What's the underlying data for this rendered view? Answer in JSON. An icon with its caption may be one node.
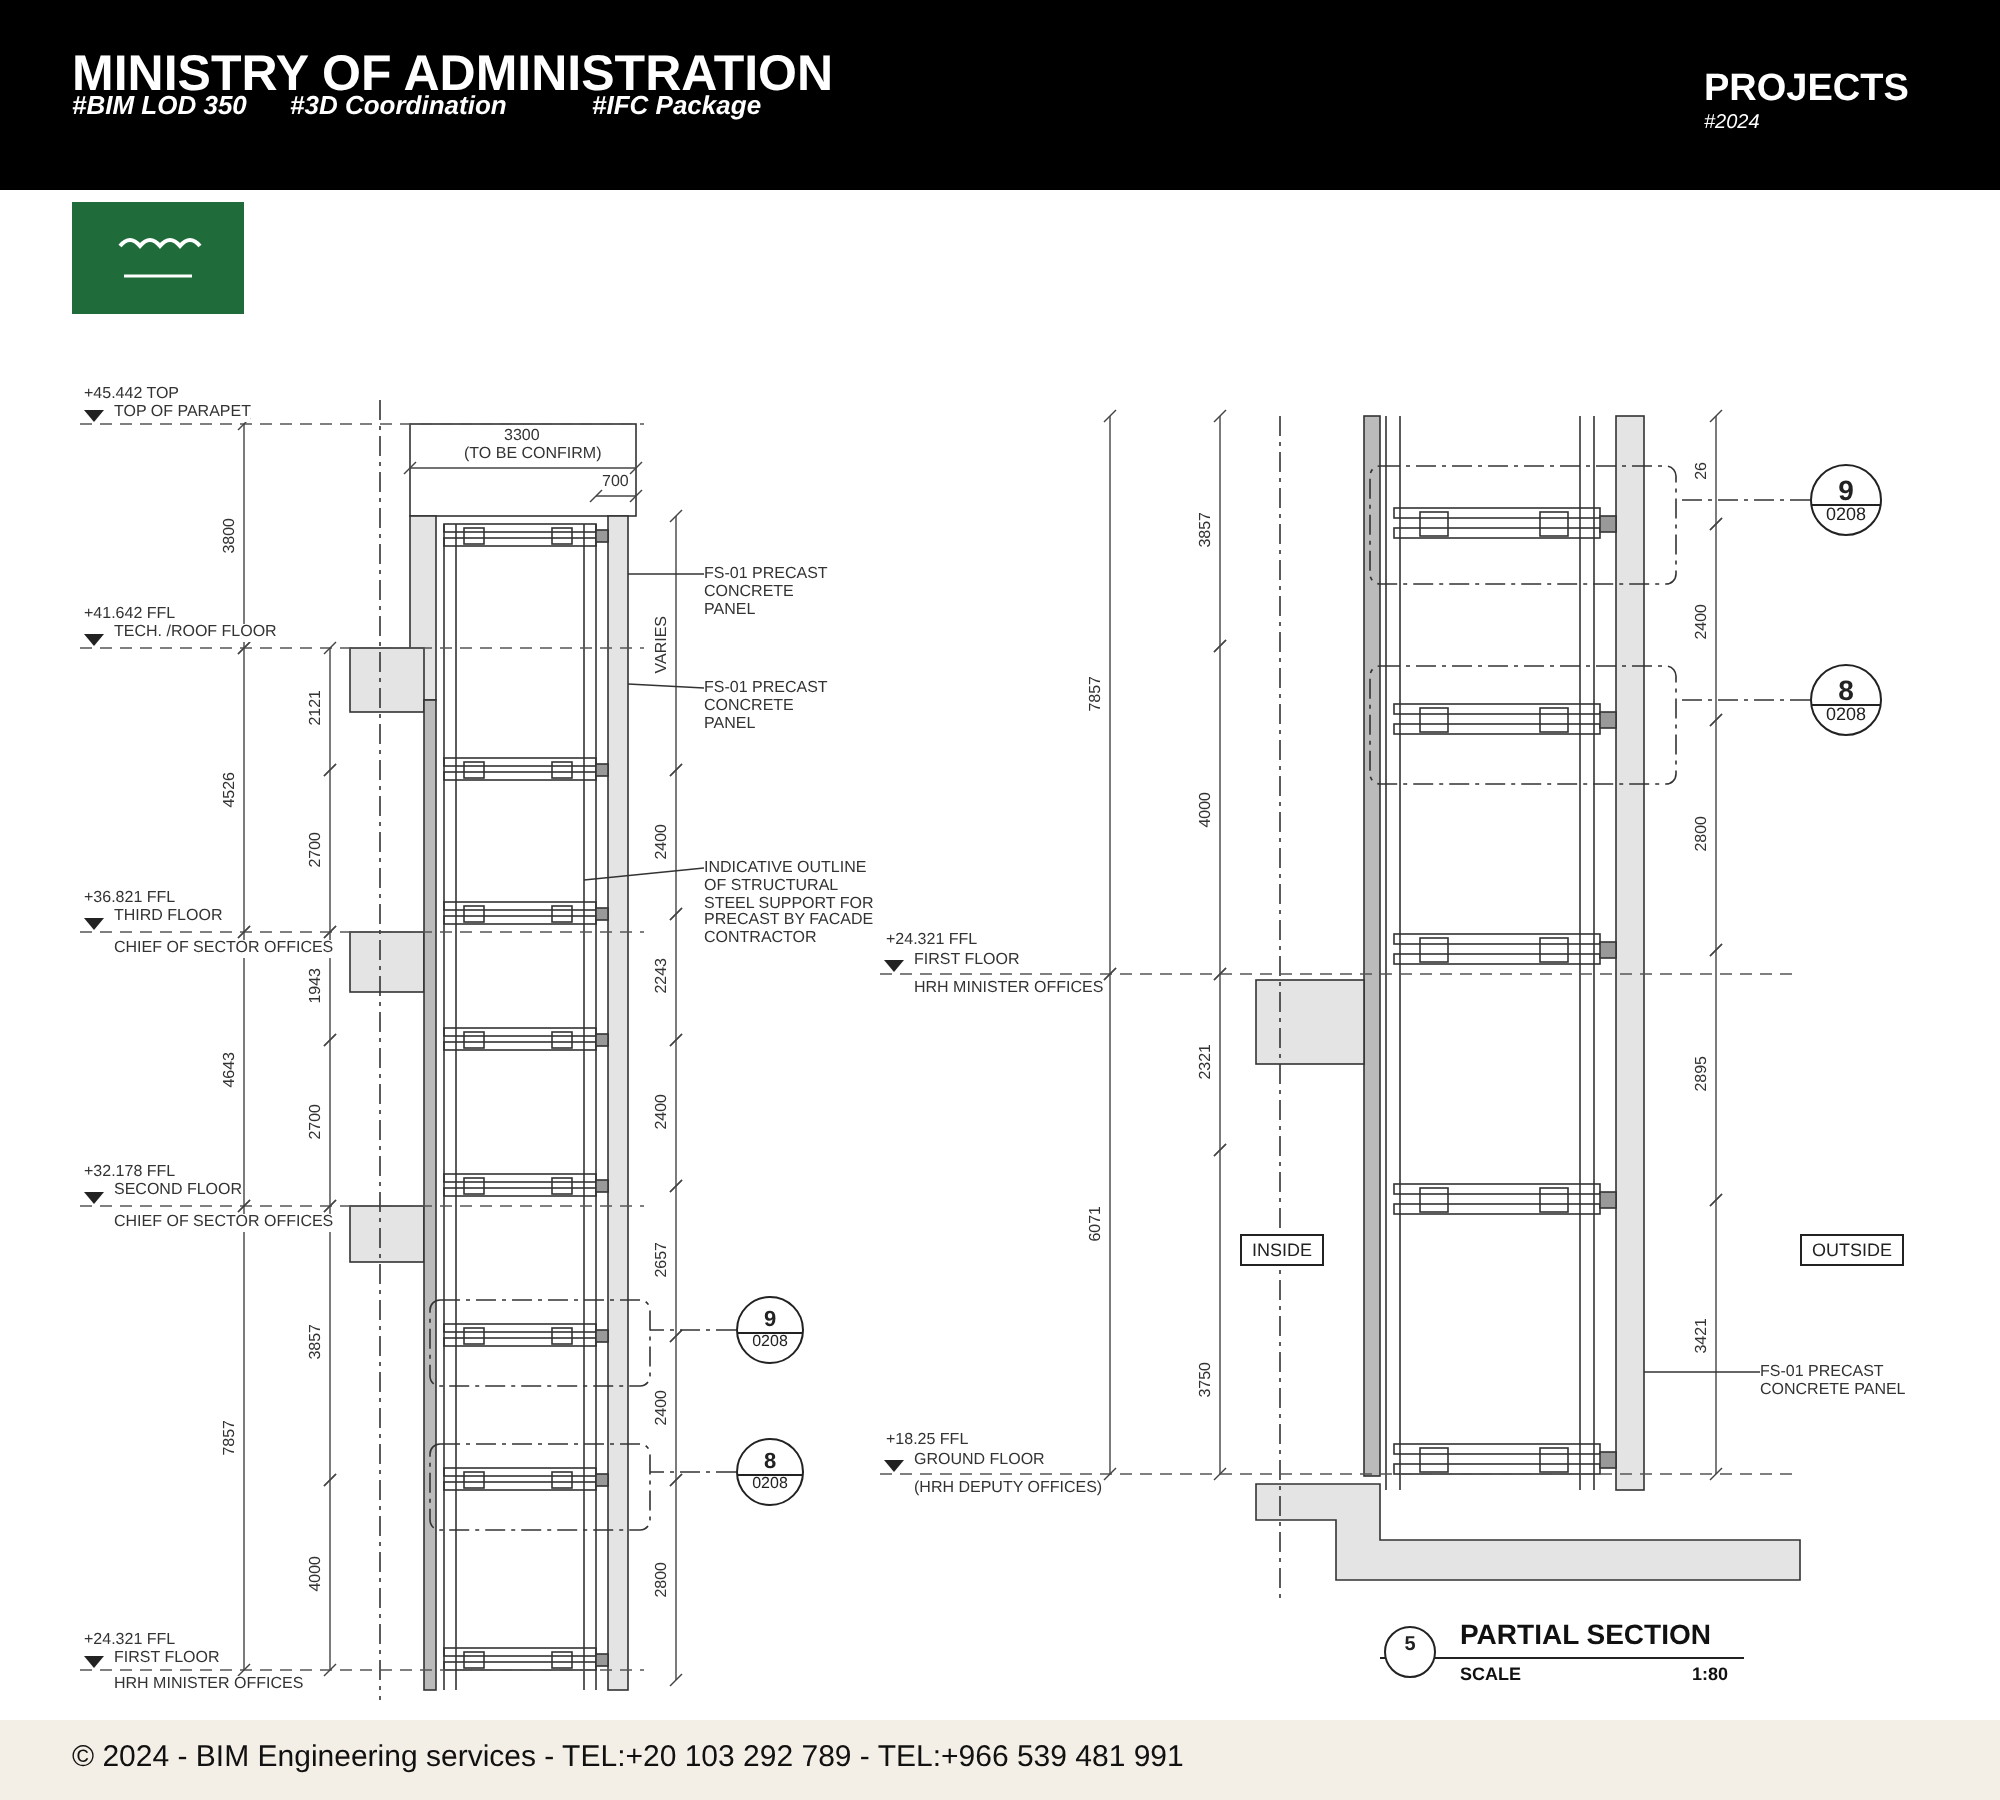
{
  "diagram": {
    "title": "MINISTRY OF ADMINISTRATION",
    "nodes": [
      {
        "text": [
          "FS-01 PRECAST CONCRETE PANEL"
        ]
      },
      {
        "text": [
          "FS-01 PRECAST CONCRETE PANEL"
        ]
      },
      {
        "text": [
          "INDICATIVE OUTLINE OF STRUCTURAL STEEL SUPPORT FOR PRECAST BY FACADE CONTRACTOR"
        ]
      },
      {
        "text": [
          "9",
          "0208"
        ]
      },
      {
        "text": [],
        "shape": "box"
      },
      {
        "text": [
          "8",
          "0208"
        ]
      },
      {
        "text": [],
        "shape": "box"
      },
      {
        "text": [
          "9",
          "0208"
        ]
      },
      {
        "text": [],
        "shape": "box"
      },
      {
        "text": [
          "8",
          "0208"
        ]
      },
      {
        "text": [],
        "shape": "box"
      },
      {
        "text": [
          "INSIDE"
        ]
      },
      {
        "text": [
          "OUTSIDE"
        ]
      },
      {
        "text": [
          "FS-01 PRECAST CONCRETE PANEL"
        ]
      },
      {
        "text": [
          "5"
        ],
        "beside": [
          "PARTIAL SECTION",
          "SCALE",
          "1:80"
        ]
      }
    ],
    "edges": [
      {
        "from": 0,
        "to": null,
        "arrow": "none"
      },
      {
        "from": 1,
        "to": null,
        "arrow": "none"
      },
      {
        "from": 2,
        "to": null,
        "arrow": "none"
      },
      {
        "from": 3,
        "to": 4,
        "arrow": "none",
        "style": "dashed"
      },
      {
        "from": 5,
        "to": 6,
        "arrow": "none",
        "style": "dashed"
      },
      {
        "from": 7,
        "to": 8,
        "arrow": "none",
        "style": "dashed"
      },
      {
        "from": 9,
        "to": 10,
        "arrow": "none",
        "style": "dashed"
      },
      {
        "from": 13,
        "to": null,
        "arrow": "none"
      }
    ],
    "labels": [
      "#BIM LOD 350",
      "#3D Coordination",
      "#IFC Package",
      "PROJECTS",
      "#2024",
      "+45.442 TOP",
      "TOP OF PARAPET",
      "3300",
      "(TO BE CONFIRM)",
      "700",
      "3800",
      "+41.642 FFL",
      "TECH. /ROOF FLOOR",
      "VARIES",
      "2121",
      "4526",
      "2700",
      "2400",
      "+36.821 FFL",
      "THIRD FLOOR",
      "CHIEF OF SECTOR OFFICES",
      "1943",
      "2243",
      "4643",
      "2700",
      "2400",
      "+32.178 FFL",
      "SECOND FLOOR",
      "CHIEF OF SECTOR OFFICES",
      "2657",
      "3857",
      "7857",
      "2400",
      "4000",
      "2800",
      "+24.321 FFL",
      "FIRST FLOOR",
      "HRH MINISTER OFFICES",
      "3857",
      "7857",
      "26",
      "2400",
      "4000",
      "2800",
      "+24.321 FFL",
      "FIRST FLOOR",
      "HRH MINISTER OFFICES",
      "2321",
      "2895",
      "6071",
      "3750",
      "3421",
      "+18.25 FFL",
      "GROUND FLOOR",
      "(HRH DEPUTY OFFICES)",
      "© 2024 - BIM Engineering services - TEL:+20 103 292 789 - TEL:+966 539 481 991"
    ]
  }
}
